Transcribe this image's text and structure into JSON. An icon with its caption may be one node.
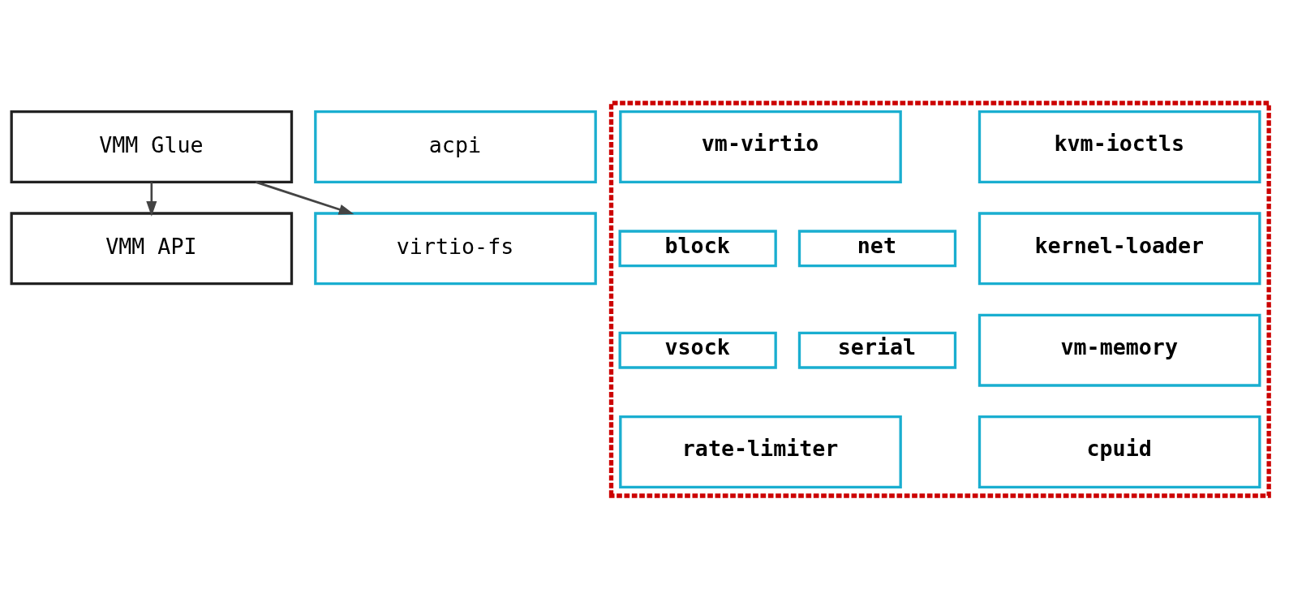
{
  "diagram": {
    "nodes": [
      {
        "text": [
          "VMM Glue"
        ]
      },
      {
        "text": [
          "VMM API"
        ]
      },
      {
        "text": [
          "acpi"
        ]
      },
      {
        "text": [
          "virtio-fs"
        ]
      },
      {
        "text": [],
        "shape": "box"
      },
      {
        "text": [
          "kvm-ioctls"
        ],
        "in": 4
      },
      {
        "text": [
          "kernel-loader"
        ],
        "in": 4
      },
      {
        "text": [
          "vm-virtio"
        ],
        "in": 4
      },
      {
        "text": [
          "block"
        ],
        "in": 4
      },
      {
        "text": [
          "net"
        ],
        "in": 4
      },
      {
        "text": [
          "vsock"
        ],
        "in": 4
      },
      {
        "text": [
          "serial"
        ],
        "in": 4
      },
      {
        "text": [
          "vm-memory"
        ],
        "in": 4
      },
      {
        "text": [
          "cpuid"
        ],
        "in": 4
      },
      {
        "text": [
          "rate-limiter"
        ],
        "in": 4
      }
    ],
    "edges": [
      {
        "from": 0,
        "to": 1,
        "arrow": "to"
      },
      {
        "from": 0,
        "to": 3,
        "arrow": "to"
      }
    ]
  }
}
